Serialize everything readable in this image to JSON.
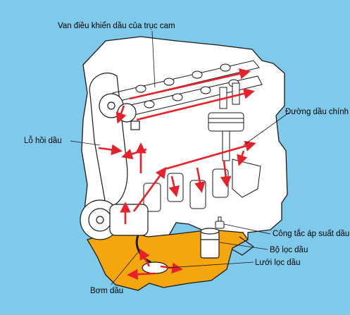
{
  "colors": {
    "background": "#7fc9ea",
    "block": "#ffffff",
    "outline": "#1a1a1a",
    "oil_flow": "#e8202a",
    "oil_pan": "#f4a60c",
    "leader_line": "#1a1a1a"
  },
  "labels": {
    "cam_oil_control_valve": "Van điều khiển dầu của trục cam",
    "return_hole": "Lỗ hồi dầu",
    "main_oil_gallery": "Đường dầu chính",
    "oil_pressure_switch": "Công tắc áp suất dầu",
    "oil_filter": "Bộ lọc dầu",
    "oil_strainer": "Lưới lọc dầu",
    "oil_pump": "Bơm dầu"
  }
}
